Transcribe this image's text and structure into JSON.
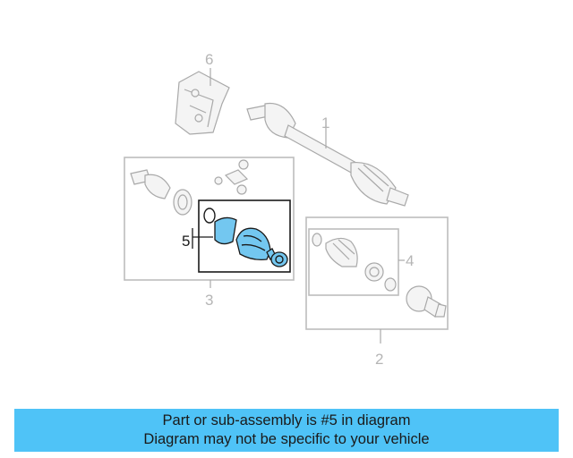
{
  "callouts": {
    "c1": "1",
    "c2": "2",
    "c3": "3",
    "c4": "4",
    "c5": "5",
    "c6": "6"
  },
  "highlighted_part": "5",
  "colors": {
    "highlight": "#73c7f0",
    "banner": "#4fc3f7",
    "part_outline": "#a9a9a9"
  },
  "footer": {
    "line1": "Part or sub-assembly is #5 in diagram",
    "line2": "Diagram may not be specific to your vehicle"
  }
}
